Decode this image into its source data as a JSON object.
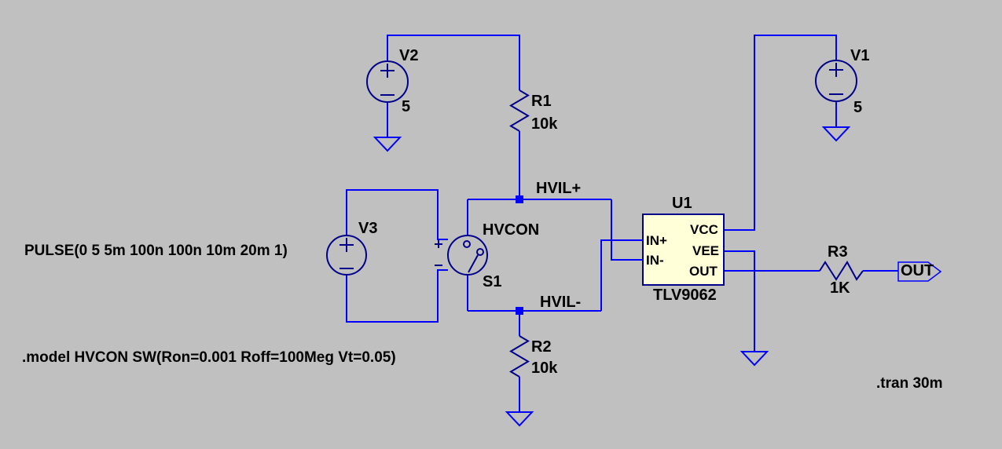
{
  "window": {
    "background": "#C0C0C0"
  },
  "colors": {
    "wire": "#0000FF",
    "symbol": "#00008B",
    "ic_fill": "#FFFFD8",
    "text": "#000000"
  },
  "directives": {
    "pulse": "PULSE(0 5 5m 100n 100n 10m 20m 1)",
    "model": ".model HVCON SW(Ron=0.001 Roff=100Meg Vt=0.05)",
    "tran": ".tran 30m"
  },
  "components": {
    "v1": {
      "name": "V1",
      "value": "5"
    },
    "v2": {
      "name": "V2",
      "value": "5"
    },
    "v3": {
      "name": "V3"
    },
    "r1": {
      "name": "R1",
      "value": "10k"
    },
    "r2": {
      "name": "R2",
      "value": "10k"
    },
    "r3": {
      "name": "R3",
      "value": "1K"
    },
    "s1": {
      "name": "S1",
      "model_label": "HVCON"
    },
    "u1": {
      "name": "U1",
      "part": "TLV9062",
      "pins": {
        "in_plus": "IN+",
        "in_minus": "IN-",
        "vcc": "VCC",
        "vee": "VEE",
        "out": "OUT"
      }
    }
  },
  "nets": {
    "hvil_plus": "HVIL+",
    "hvil_minus": "HVIL-",
    "out_port": "OUT"
  }
}
